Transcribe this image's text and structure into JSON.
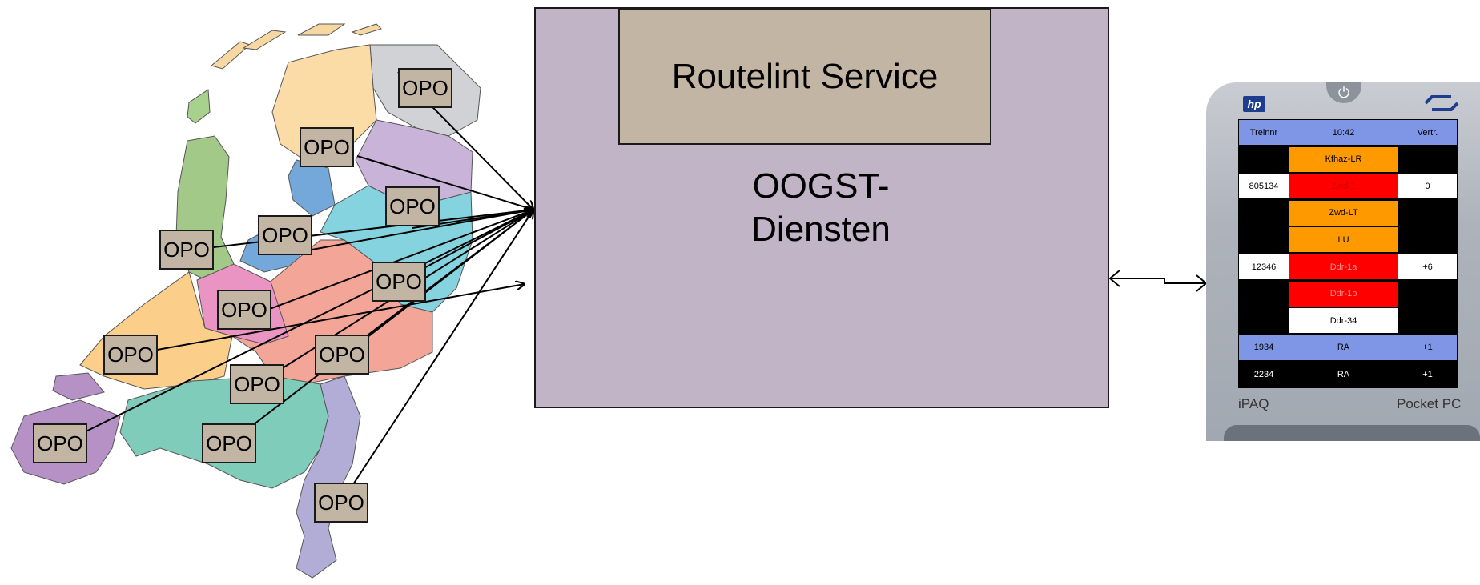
{
  "opo_label": "OPO",
  "opo_boxes": [
    {
      "id": "opo-1",
      "text": "OPO"
    },
    {
      "id": "opo-2",
      "text": "OPO"
    },
    {
      "id": "opo-3",
      "text": "OPO"
    },
    {
      "id": "opo-4",
      "text": "OPO"
    },
    {
      "id": "opo-5",
      "text": "OPO"
    },
    {
      "id": "opo-6",
      "text": "OPO"
    },
    {
      "id": "opo-7",
      "text": "OPO"
    },
    {
      "id": "opo-8",
      "text": "OPO"
    },
    {
      "id": "opo-9",
      "text": "OPO"
    },
    {
      "id": "opo-10",
      "text": "OPO"
    },
    {
      "id": "opo-11",
      "text": "OPO"
    },
    {
      "id": "opo-12",
      "text": "OPO"
    },
    {
      "id": "opo-13",
      "text": "OPO"
    }
  ],
  "routelint_service": "Routelint Service",
  "oogst_line1": "OOGST-",
  "oogst_line2": "Diensten",
  "pda": {
    "brand_left": "hp",
    "label_left": "iPAQ",
    "label_right": "Pocket PC",
    "power_glyph": "⏻",
    "rows": [
      {
        "c1": "Treinnr",
        "c2": "10:42",
        "c3": "Vertr.",
        "bg1": "#7f95e6",
        "bg2": "#7f95e6",
        "bg3": "#7f95e6",
        "fg2": "#000"
      },
      {
        "c1": "",
        "c2": "Kfhaz-LR",
        "c3": "",
        "bg1": "#000000",
        "bg2": "#ff9900",
        "bg3": "#000000",
        "fg2": "#000"
      },
      {
        "c1": "805134",
        "c2": "Zwd-1",
        "c3": "0",
        "bg1": "#ffffff",
        "bg2": "#ff0000",
        "bg3": "#ffffff",
        "fg2": "#d40000"
      },
      {
        "c1": "",
        "c2": "Zwd-LT",
        "c3": "",
        "bg1": "#000000",
        "bg2": "#ff9900",
        "bg3": "#000000",
        "fg2": "#000"
      },
      {
        "c1": "",
        "c2": "LU",
        "c3": "",
        "bg1": "#000000",
        "bg2": "#ff9900",
        "bg3": "#000000",
        "fg2": "#000"
      },
      {
        "c1": "12346",
        "c2": "Ddr-1a",
        "c3": "+6",
        "bg1": "#ffffff",
        "bg2": "#ff0000",
        "bg3": "#ffffff",
        "fg2": "#ff8a8a"
      },
      {
        "c1": "",
        "c2": "Ddr-1b",
        "c3": "",
        "bg1": "#000000",
        "bg2": "#ff0000",
        "bg3": "#000000",
        "fg2": "#ff8a8a"
      },
      {
        "c1": "",
        "c2": "Ddr-34",
        "c3": "",
        "bg1": "#000000",
        "bg2": "#ffffff",
        "bg3": "#000000",
        "fg2": "#000"
      },
      {
        "c1": "1934",
        "c2": "RA",
        "c3": "+1",
        "bg1": "#7f95e6",
        "bg2": "#7f95e6",
        "bg3": "#7f95e6",
        "fg2": "#000"
      },
      {
        "c1": "2234",
        "c2": "RA",
        "c3": "+1",
        "bg1": "#000000",
        "bg2": "#000000",
        "bg3": "#000000",
        "fg2": "#fff"
      }
    ]
  },
  "colors": {
    "opo_fill": "#c2b5a4",
    "oogst_fill": "#c0b4c6",
    "routelint_fill": "#c2b5a4",
    "outline": "#1a1a1a"
  }
}
